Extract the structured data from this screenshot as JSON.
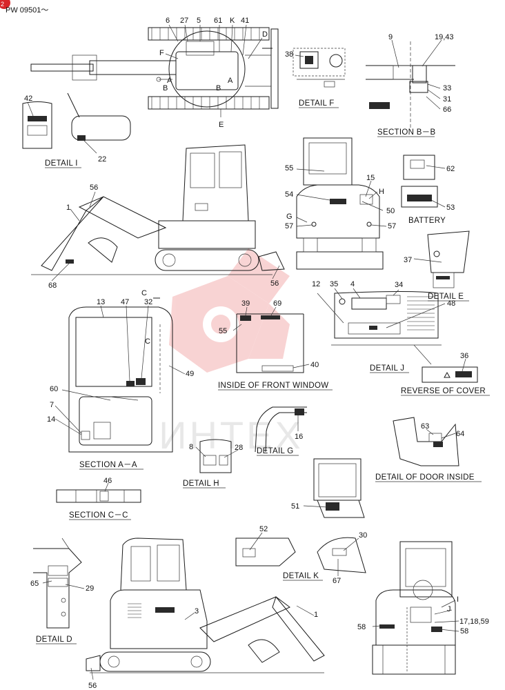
{
  "header": {
    "serial": "PW 09501～",
    "badge": "2"
  },
  "watermark": {
    "text": "ИНТЕХ",
    "color": "#e23b3b"
  },
  "views": {
    "top_view": {
      "labels": [
        "6",
        "27",
        "5",
        "61",
        "K",
        "41",
        "D",
        "F",
        "A",
        "B",
        "B",
        "A",
        "E"
      ]
    },
    "detail_f": {
      "caption": "DETAIL F",
      "labels": [
        "38"
      ]
    },
    "section_bb": {
      "caption": "SECTION B－B",
      "labels": [
        "9",
        "19,43",
        "33",
        "31",
        "66"
      ]
    },
    "detail_i": {
      "caption": "DETAIL I",
      "labels": [
        "42",
        "22"
      ]
    },
    "side_view": {
      "labels": [
        "56",
        "1",
        "68",
        "56"
      ]
    },
    "rear_view": {
      "labels": [
        "55",
        "15",
        "H",
        "54",
        "50",
        "G",
        "57",
        "57"
      ]
    },
    "battery": {
      "caption": "BATTERY",
      "labels": [
        "62",
        "53"
      ]
    },
    "detail_e": {
      "caption": "DETAIL E",
      "labels": [
        "37"
      ]
    },
    "section_aa": {
      "caption": "SECTION A－A",
      "labels": [
        "C",
        "13",
        "47",
        "32",
        "C",
        "49",
        "60",
        "7",
        "14"
      ]
    },
    "front_window": {
      "caption": "INSIDE OF FRONT WINDOW",
      "labels": [
        "39",
        "69",
        "55",
        "40"
      ]
    },
    "detail_j": {
      "caption": "DETAIL J",
      "labels": [
        "12",
        "35",
        "4",
        "34",
        "48"
      ]
    },
    "cover": {
      "caption": "REVERSE OF COVER",
      "labels": [
        "36"
      ]
    },
    "detail_g": {
      "caption": "DETAIL G",
      "labels": [
        "16"
      ]
    },
    "detail_h": {
      "caption": "DETAIL H",
      "labels": [
        "8",
        "28"
      ]
    },
    "door_inside": {
      "caption": "DETAIL OF DOOR INSIDE",
      "labels": [
        "63",
        "64"
      ]
    },
    "section_cc": {
      "caption": "SECTION C－C",
      "labels": [
        "46"
      ]
    },
    "box_51": {
      "labels": [
        "51"
      ]
    },
    "detail_k": {
      "caption": "DETAIL K",
      "labels": [
        "52",
        "30",
        "67"
      ]
    },
    "detail_d": {
      "caption": "DETAIL D",
      "labels": [
        "65",
        "29"
      ]
    },
    "left_view": {
      "labels": [
        "3",
        "1",
        "56"
      ]
    },
    "front_view": {
      "labels": [
        "I",
        "J",
        "58",
        "17,18,59",
        "58"
      ]
    }
  }
}
